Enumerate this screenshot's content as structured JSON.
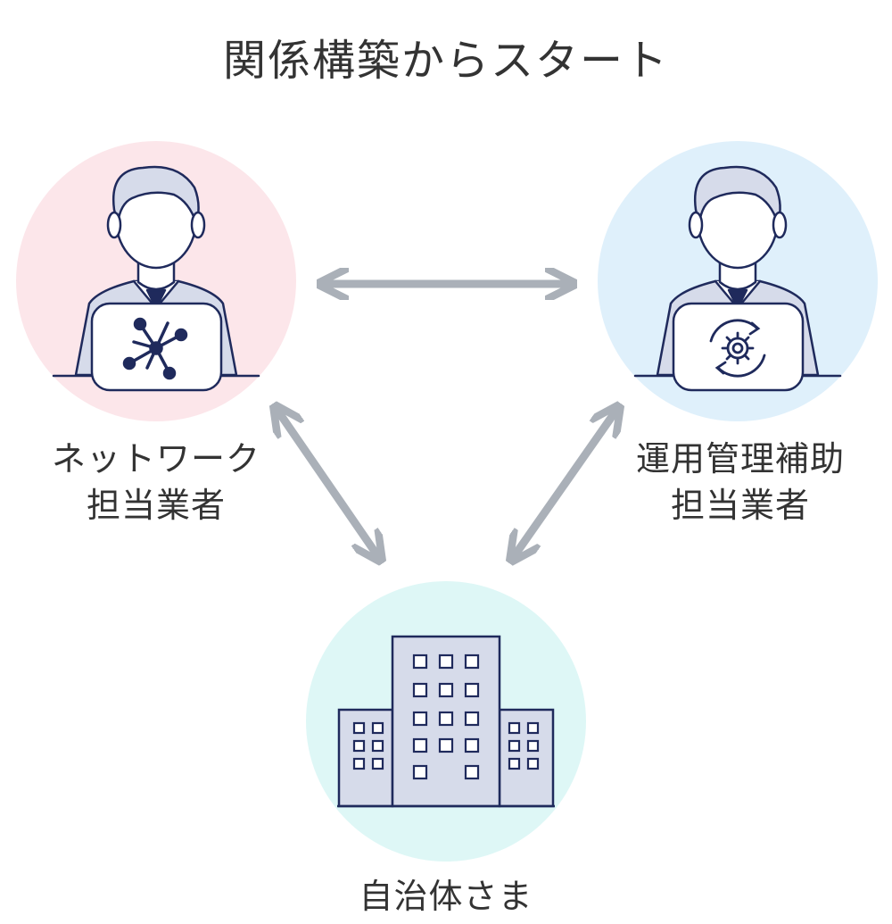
{
  "title": "関係構築からスタート",
  "nodes": {
    "network": {
      "line1": "ネットワーク",
      "line2": "担当業者",
      "icon": "network-hub-icon",
      "circle_color": "#fce6ea"
    },
    "operation": {
      "line1": "運用管理補助",
      "line2": "担当業者",
      "icon": "gear-cycle-icon",
      "circle_color": "#dff0fb"
    },
    "municipality": {
      "line1": "自治体さま",
      "icon": "office-building-icon",
      "circle_color": "#def7f6"
    }
  },
  "colors": {
    "outline": "#1f2a5c",
    "fill": "#d6dbea",
    "arrow": "#aab0b8",
    "text": "#333333"
  }
}
